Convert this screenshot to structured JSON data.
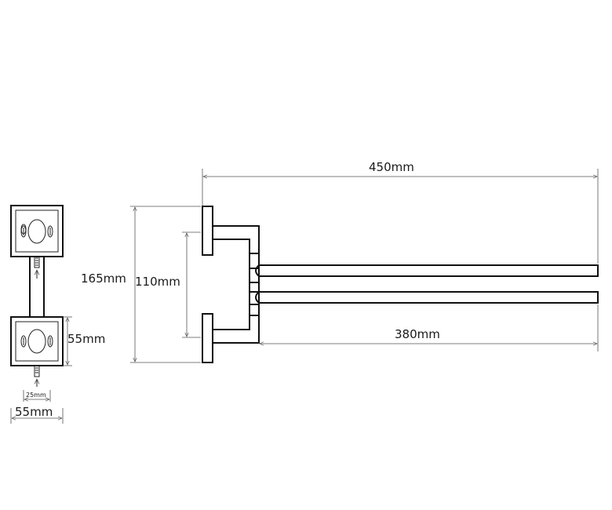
{
  "diagram": {
    "dimensions": {
      "overall_length": "450mm",
      "arm_length": "380mm",
      "total_height": "165mm",
      "mount_spacing": "110mm",
      "plate_height": "55mm",
      "plate_width": "55mm",
      "screw_spacing": "25mm"
    }
  },
  "colors": {
    "line": "#111111",
    "dimension": "#555555",
    "background": "#ffffff"
  }
}
